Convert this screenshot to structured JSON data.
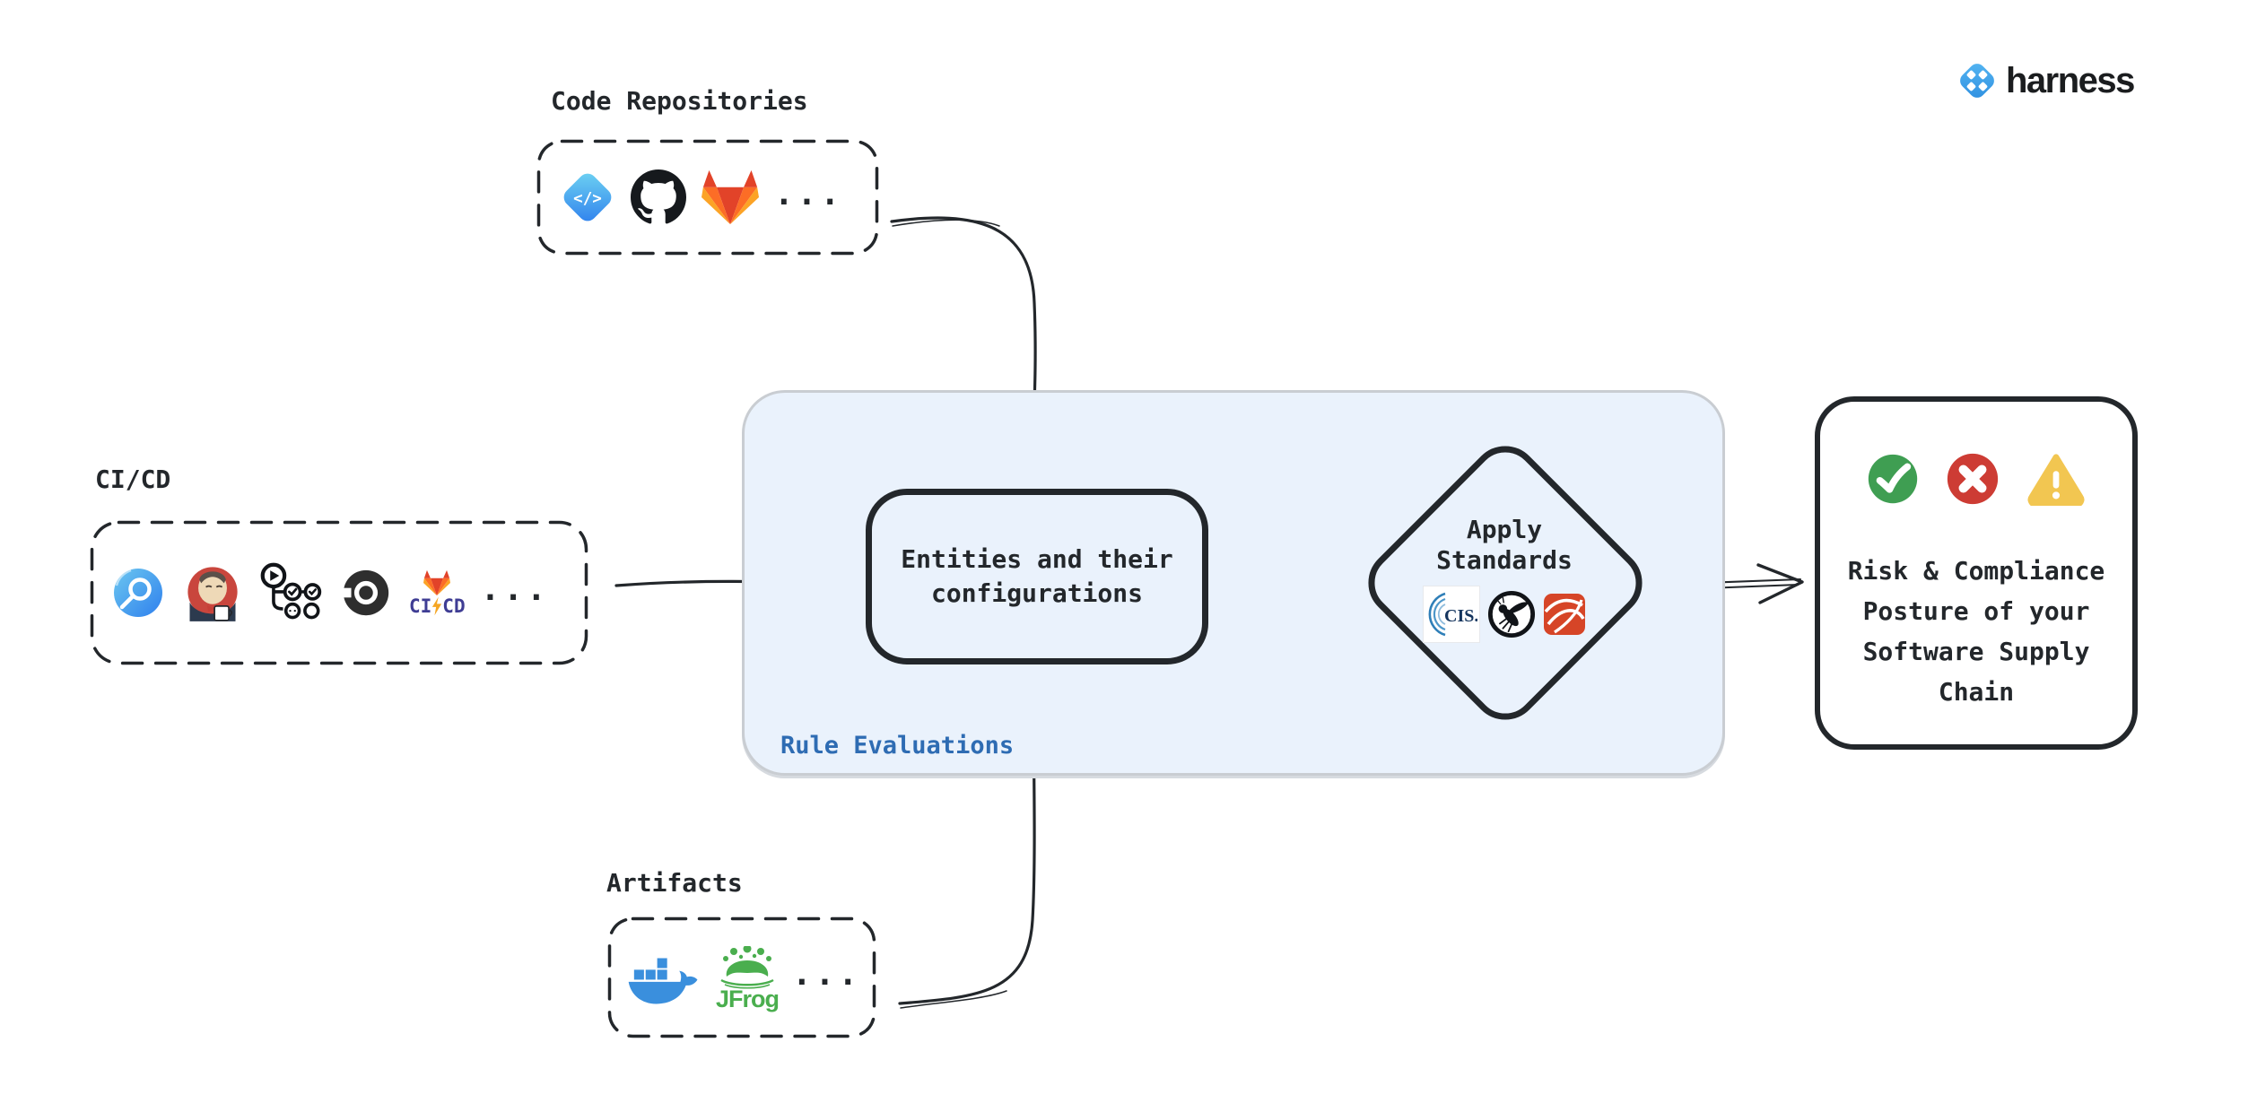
{
  "brand": {
    "name": "harness",
    "accent_color": "#3DA0E8"
  },
  "labels": {
    "code_repositories": "Code Repositories",
    "cicd": "CI/CD",
    "artifacts": "Artifacts",
    "rule_evaluations": "Rule Evaluations",
    "entities_line1": "Entities and their",
    "entities_line2": "configurations",
    "apply_line1": "Apply",
    "apply_line2": "Standards",
    "ellipsis": "...",
    "cis": "CIS.",
    "jfrog": "JFrog",
    "gitlab_ci": "CI",
    "gitlab_cd": "CD",
    "code_glyph": "</>"
  },
  "outcome": {
    "lines": [
      "Risk & Compliance",
      "Posture of your",
      "Software Supply",
      "Chain"
    ],
    "icon_names": [
      "check-circle-icon",
      "x-circle-icon",
      "warning-triangle-icon"
    ],
    "colors": {
      "success": "#3F9E52",
      "failure": "#CD3C34",
      "warning": "#F2C651"
    }
  },
  "icon_sets": {
    "code_repositories": [
      "code-diamond-icon",
      "github-icon",
      "gitlab-icon"
    ],
    "cicd": [
      "harness-ci-icon",
      "jenkins-icon",
      "github-actions-icon",
      "circleci-icon",
      "gitlab-cicd-icon"
    ],
    "artifacts": [
      "docker-icon",
      "jfrog-icon"
    ],
    "apply_standards": [
      "cis-icon",
      "owasp-icon",
      "red-ribbon-standard-icon"
    ]
  },
  "colors": {
    "ink": "#23272b",
    "rule_container_bg": "#EAF2FC",
    "rule_container_border": "#C9CDD2",
    "rule_label_blue": "#2E6CB3",
    "docker_blue": "#3A8FDD",
    "jfrog_green": "#4AAE4E",
    "gitlab_red": "#E24329",
    "gitlab_orange": "#FC6D26",
    "gitlab_amber": "#FCA326",
    "cis_navy": "#15355E",
    "red_standard": "#D64527"
  }
}
